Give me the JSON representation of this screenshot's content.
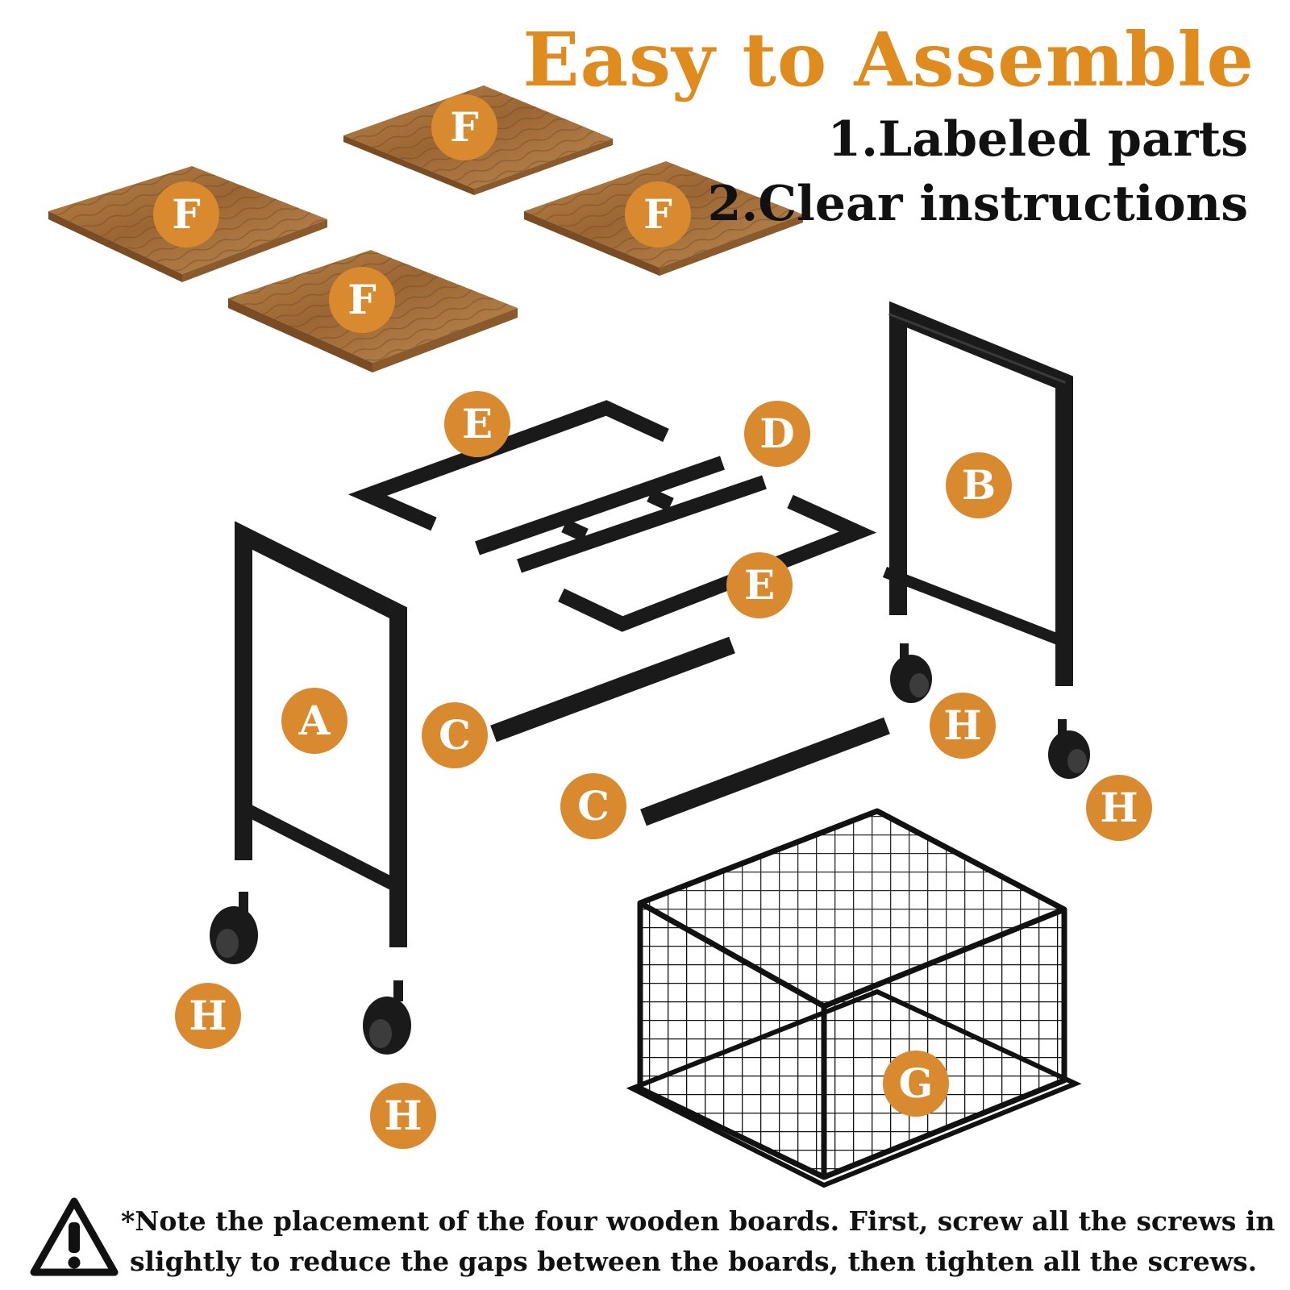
{
  "title": "Easy to Assemble",
  "features": [
    "1.Labeled parts",
    "2.Clear instructions"
  ],
  "note_lines": [
    "*Note the placement of the four wooden boards.  First, screw all the screws in",
    "slightly to reduce the gaps between the boards, then tighten all the screws."
  ],
  "part_labels": {
    "board_1": "F",
    "board_2": "F",
    "board_3": "F",
    "board_4": "F",
    "beam_top_1": "E",
    "beam_top_2": "E",
    "beam_center": "D",
    "side_frame_left": "A",
    "side_frame_right": "B",
    "crossbar_1": "C",
    "crossbar_2": "C",
    "wheel_1": "H",
    "wheel_2": "H",
    "wheel_3": "H",
    "wheel_4": "H",
    "basket": "G"
  },
  "colors": {
    "accent": "#E08B1D",
    "badge": "#D98A2E",
    "text": "#111111",
    "metal": "#1a1a1a",
    "wood": "#A8703A"
  },
  "icons": {
    "warning": "warning-triangle-icon"
  }
}
